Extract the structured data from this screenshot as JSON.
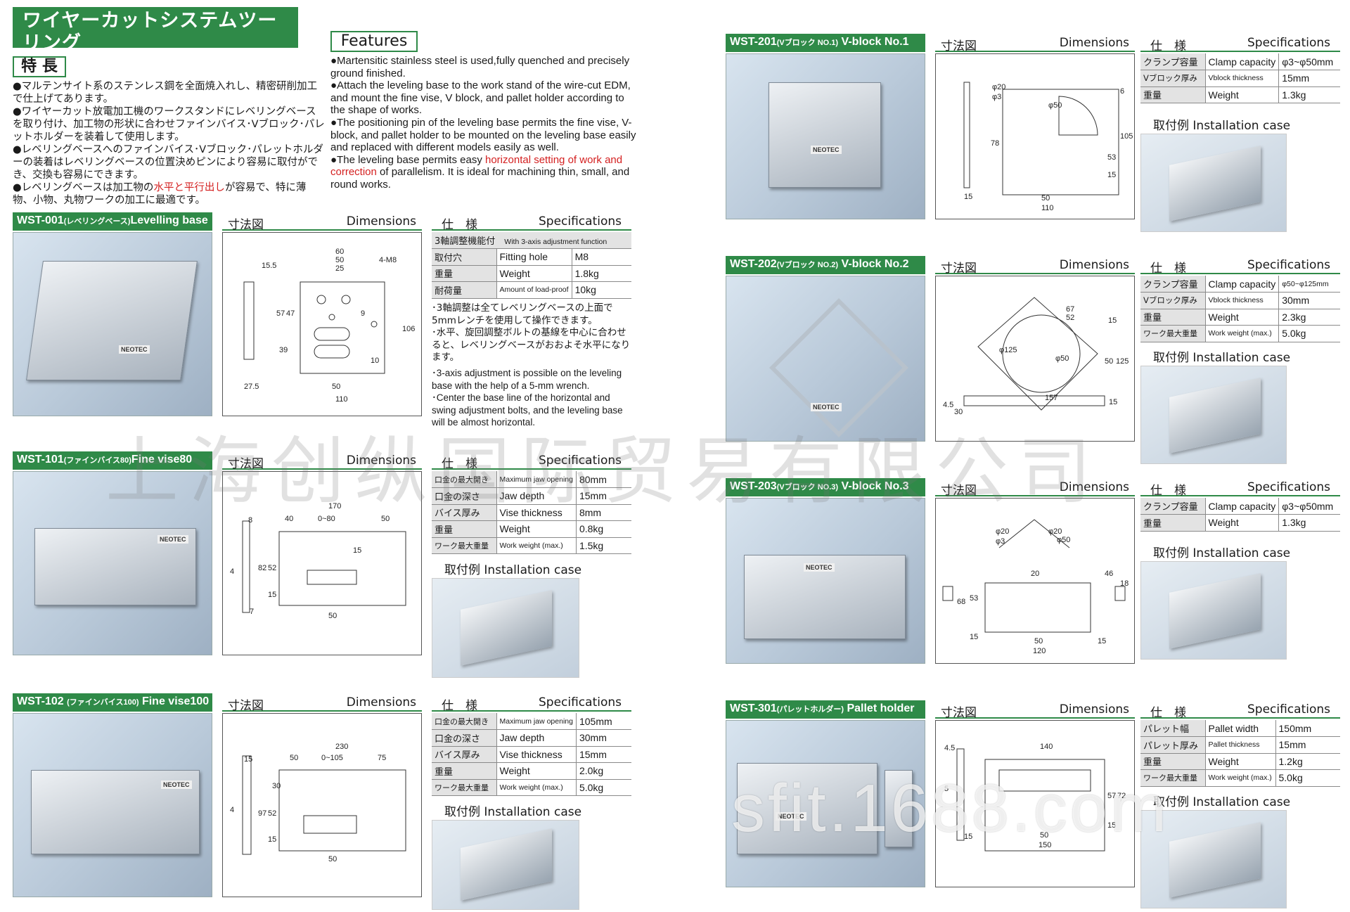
{
  "header": {
    "title_jp": "ワイヤーカットシステムツーリング",
    "title_en": "WIRE-CUT SYSTEM TOOLING",
    "tokucho": "特 長",
    "features_tag": "Features"
  },
  "features_jp": [
    "●マルテンサイト系のステンレス鋼を全面焼入れし、精密研削加工で仕上げてあります。",
    "●ワイヤーカット放電加工機のワークスタンドにレベリングベースを取り付け、加工物の形状に合わせファインバイス･Vブロック･パレットホルダーを装着して使用します。",
    "●レベリングベースへのファインバイス･Vブロック･パレットホルダーの装着はレベリングベースの位置決めピンにより容易に取付ができ、交換も容易にできます。"
  ],
  "features_jp_last": {
    "before": "●レベリングベースは加工物の",
    "red": "水平と平行出し",
    "after": "が容易で、特に薄物、小物、丸物ワークの加工に最適です。"
  },
  "features_en": [
    "●Martensitic stainless steel is used,fully quenched and precisely ground finished.",
    "●Attach the leveling base to the work stand of the wire-cut EDM, and mount the fine vise, V block, and pallet holder according to the shape of works.",
    "●The positioning pin of the leveling base permits the fine vise, V-block, and pallet holder to be mounted on the leveling base easily and replaced with different models easily as well."
  ],
  "features_en_last": {
    "before": "●The leveling base permits easy ",
    "red": "horizontal setting of work and correction",
    "after": " of parallelism. It is ideal for machining thin, small, and round works."
  },
  "labels": {
    "dimensions_jp": "寸法図",
    "dimensions_en": "Dimensions",
    "spec_jp": "仕　様",
    "spec_en": "Specifications",
    "install_jp": "取付例",
    "install_en": "Installation case",
    "brand": "NEOTEC"
  },
  "wst001": {
    "code": "WST-001",
    "sub": "(レベリングベース)",
    "name": "Levelling base",
    "spec_full": "3軸調整機能付",
    "spec_full_en": "With 3-axis adjustment function",
    "specs": [
      {
        "jp": "取付穴",
        "en": "Fitting hole",
        "val": "M8"
      },
      {
        "jp": "重量",
        "en": "Weight",
        "val": "1.8kg"
      },
      {
        "jp": "耐荷量",
        "en": "Amount of load-proof",
        "val": "10kg"
      }
    ],
    "notes_jp": [
      "･3軸調整は全てレベリングベースの上面で5mmレンチを使用して操作できます。",
      "･水平、旋回調整ボルトの基線を中心に合わせると、レベリングベースがおおよそ水平になります。"
    ],
    "notes_en": [
      "･3-axis adjustment is possible on the leveling base with the help of a 5-mm wrench.",
      "･Center the base line of the horizontal and swing adjustment bolts, and the leveling base will be almost horizontal."
    ],
    "dims": {
      "a": "15.5",
      "b": "60",
      "c": "50",
      "d": "25",
      "e": "4-M8",
      "f": "57",
      "g": "47",
      "h": "9",
      "i": "39",
      "j": "106",
      "k": "10",
      "l": "27.5",
      "m": "50",
      "n": "110"
    }
  },
  "wst101": {
    "code": "WST-101",
    "sub": "(ファインバイス80)",
    "name": "Fine vise80",
    "specs": [
      {
        "jp": "口金の最大開き",
        "en": "Maximum jaw opening",
        "val": "80mm"
      },
      {
        "jp": "口金の深さ",
        "en": "Jaw depth",
        "val": "15mm"
      },
      {
        "jp": "バイス厚み",
        "en": "Vise thickness",
        "val": "8mm"
      },
      {
        "jp": "重量",
        "en": "Weight",
        "val": "0.8kg"
      },
      {
        "jp": "ワーク最大重量",
        "en": "Work weight (max.)",
        "val": "1.5kg"
      }
    ],
    "dims": {
      "a": "170",
      "b": "40",
      "c": "0~80",
      "d": "50",
      "e": "8",
      "f": "15",
      "g": "82",
      "h": "52",
      "i": "4",
      "j": "15",
      "k": "7",
      "l": "50"
    }
  },
  "wst102": {
    "code": "WST-102",
    "sub": "(ファインバイス100)",
    "name": "Fine vise100",
    "specs": [
      {
        "jp": "口金の最大開き",
        "en": "Maximum jaw opening",
        "val": "105mm"
      },
      {
        "jp": "口金の深さ",
        "en": "Jaw depth",
        "val": "30mm"
      },
      {
        "jp": "バイス厚み",
        "en": "Vise thickness",
        "val": "15mm"
      },
      {
        "jp": "重量",
        "en": "Weight",
        "val": "2.0kg"
      },
      {
        "jp": "ワーク最大重量",
        "en": "Work weight (max.)",
        "val": "5.0kg"
      }
    ],
    "dims": {
      "a": "230",
      "b": "50",
      "c": "0~105",
      "d": "75",
      "e": "15",
      "f": "30",
      "g": "97",
      "h": "52",
      "i": "4",
      "j": "15",
      "k": "50"
    }
  },
  "wst201": {
    "code": "WST-201",
    "sub": "(Vブロック NO.1)",
    "name": "V-block No.1",
    "specs": [
      {
        "jp": "クランプ容量",
        "en": "Clamp capacity",
        "val": "φ3~φ50mm"
      },
      {
        "jp": "Vブロック厚み",
        "en": "Vblock thickness",
        "val": "15mm"
      },
      {
        "jp": "重量",
        "en": "Weight",
        "val": "1.3kg"
      }
    ],
    "dims": {
      "a": "φ20",
      "b": "φ3",
      "c": "φ50",
      "d": "6",
      "e": "78",
      "f": "105",
      "g": "53",
      "h": "15",
      "i": "15",
      "j": "50",
      "k": "110"
    }
  },
  "wst202": {
    "code": "WST-202",
    "sub": "(Vブロック NO.2)",
    "name": "V-block No.2",
    "specs": [
      {
        "jp": "クランプ容量",
        "en": "Clamp capacity",
        "val": "φ50~φ125mm"
      },
      {
        "jp": "Vブロック厚み",
        "en": "Vblock thickness",
        "val": "30mm"
      },
      {
        "jp": "重量",
        "en": "Weight",
        "val": "2.3kg"
      },
      {
        "jp": "ワーク最大重量",
        "en": "Work weight (max.)",
        "val": "5.0kg"
      }
    ],
    "dims": {
      "a": "67",
      "b": "52",
      "c": "15",
      "d": "φ125",
      "e": "φ50",
      "f": "50",
      "g": "125",
      "h": "157",
      "i": "15",
      "j": "4.5",
      "k": "30"
    }
  },
  "wst203": {
    "code": "WST-203",
    "sub": "(Vブロック NO.3)",
    "name": "V-block No.3",
    "specs": [
      {
        "jp": "クランプ容量",
        "en": "Clamp capacity",
        "val": "φ3~φ50mm"
      },
      {
        "jp": "重量",
        "en": "Weight",
        "val": "1.3kg"
      }
    ],
    "dims": {
      "a": "φ20",
      "b": "φ3",
      "c": "φ20",
      "d": "φ50",
      "e": "20",
      "f": "46",
      "g": "18",
      "h": "68",
      "i": "53",
      "j": "15",
      "k": "50",
      "l": "120",
      "m": "15"
    }
  },
  "wst301": {
    "code": "WST-301",
    "sub": "(パレットホルダー)",
    "name": "Pallet holder",
    "specs": [
      {
        "jp": "パレット幅",
        "en": "Pallet width",
        "val": "150mm"
      },
      {
        "jp": "パレット厚み",
        "en": "Pallet thickness",
        "val": "15mm"
      },
      {
        "jp": "重量",
        "en": "Weight",
        "val": "1.2kg"
      },
      {
        "jp": "ワーク最大重量",
        "en": "Work weight (max.)",
        "val": "5.0kg"
      }
    ],
    "dims": {
      "a": "4.5",
      "b": "140",
      "c": "5",
      "d": "57",
      "e": "72",
      "f": "15",
      "g": "15",
      "h": "50",
      "i": "150"
    }
  },
  "watermarks": {
    "cn": "上海创纵国际贸易有限公司",
    "site": "sfit.1688.com"
  }
}
